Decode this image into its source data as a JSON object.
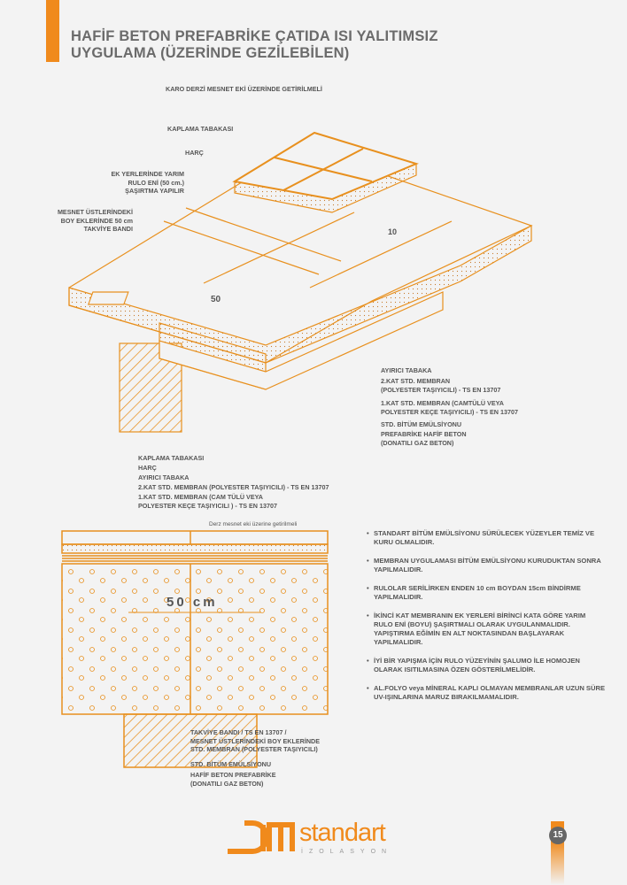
{
  "title": {
    "line1": "HAFİF BETON PREFABRİKE ÇATIDA ISI YALITIMSIZ",
    "line2": "UYGULAMA (ÜZERİNDE GEZİLEBİLEN)"
  },
  "iso_labels": {
    "karo": "KARO DERZİ MESNET EKİ ÜZERİNDE GETİRİLMELİ",
    "kaplama": "KAPLAMA TABAKASI",
    "harc": "HARÇ",
    "ek1": "EK YERLERİNDE YARIM",
    "ek2": "RULO ENİ (50 cm.)",
    "ek3": "ŞAŞIRTMA YAPILIR",
    "mesnet1": "MESNET ÜSTLERİNDEKİ",
    "mesnet2": "BOY EKLERİNDE 50 cm",
    "mesnet3": "TAKVİYE BANDI",
    "dim50": "50",
    "dim10": "10",
    "ayirici": "AYIRICI TABAKA",
    "kat2a": "2.KAT STD. MEMBRAN",
    "kat2b": "(POLYESTER TAŞIYICILI) - TS EN 13707",
    "kat1a": "1.KAT STD. MEMBRAN (CAMTÜLÜ VEYA",
    "kat1b": "POLYESTER KEÇE TAŞIYICILI) - TS EN 13707",
    "bitum": "STD. BİTÜM EMÜLSİYONU",
    "pref1": "PREFABRİKE HAFİF BETON",
    "pref2": "(DONATILI GAZ BETON)"
  },
  "section_labels": {
    "kaplama": "KAPLAMA TABAKASI",
    "harc": "HARÇ",
    "ayirici": "AYIRICI TABAKA",
    "kat2": "2.KAT STD. MEMBRAN (POLYESTER TAŞIYICILI)  - TS EN 13707",
    "kat1a": "1.KAT STD. MEMBRAN (CAM TÜLÜ VEYA",
    "kat1b": "POLYESTER KEÇE TAŞIYICILI ) - TS EN 13707",
    "derz": "Derz mesnet eki üzerine getirilmeli",
    "dim": "50 cm",
    "takviye1": "TAKVİYE BANDI / TS EN 13707 /",
    "takviye2": "MESNET ÜSTLERİNDEKİ BOY EKLERİNDE",
    "takviye3": "STD. MEMBRAN (POLYESTER TAŞIYICILI)",
    "bitum": "STD. BİTÜM EMÜLSİYONU",
    "hafif1": "HAFİF BETON PREFABRİKE",
    "hafif2": "(DONATILI GAZ BETON)"
  },
  "notes": [
    "STANDART BİTÜM EMÜLSİYONU SÜRÜLECEK YÜZEYLER TEMİZ VE KURU OLMALIDIR.",
    "MEMBRAN UYGULAMASI BİTÜM EMÜLSİYONU KURUDUKTAN SONRA YAPILMALIDIR.",
    "RULOLAR SERİLİRKEN ENDEN 10 cm BOYDAN 15cm BİNDİRME YAPILMALIDIR.",
    "İKİNCİ KAT MEMBRANIN EK YERLERİ BİRİNCİ KATA GÖRE YARIM RULO ENİ (BOYU) ŞAŞIRTMALI OLARAK UYGULANMALIDIR. YAPIŞTIRMA EĞİMİN EN ALT NOKTASINDAN BAŞLAYARAK YAPILMALIDIR.",
    "İYİ BİR YAPIŞMA İÇİN RULO YÜZEYİNİN ŞALUMO İLE HOMOJEN OLARAK ISITILMASINA ÖZEN GÖSTERİLMELİDİR.",
    "AL.FOLYO veya MİNERAL KAPLI OLMAYAN MEMBRANLAR UZUN SÜRE UV-IŞINLARINA MARUZ BIRAKILMAMALIDIR."
  ],
  "footer": {
    "brand": "standart",
    "sub": "İZOLASYON",
    "page": "15"
  },
  "colors": {
    "accent": "#f08a1c",
    "text": "#5a5a5a"
  }
}
